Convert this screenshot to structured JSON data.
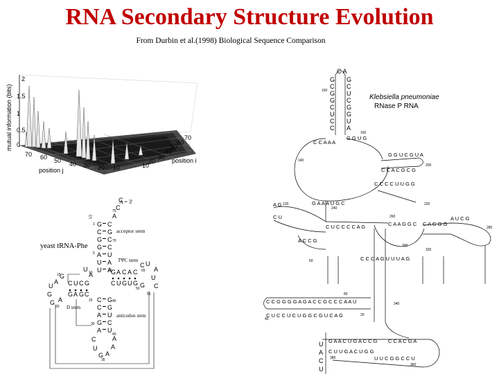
{
  "slide": {
    "title": "RNA Secondary Structure Evolution",
    "subtitle": "From Durbin et al.(1998) Biological Sequence Comparison"
  },
  "plot3d": {
    "ylabel": "mutual information (bits)",
    "zticks": [
      "2",
      "1.5",
      "1",
      "0.5",
      "0"
    ],
    "xlabel": "position j",
    "ylabel2": "position i",
    "jticks": [
      "70",
      "60",
      "50",
      "40",
      "30",
      "20",
      "10"
    ],
    "iticks": [
      "10",
      "20",
      "30",
      "40",
      "50",
      "60",
      "70"
    ]
  },
  "trna": {
    "name": "yeast tRNA-Phe",
    "three_prime": "A = 3'",
    "five_prime": "5'",
    "acceptor_stem": "acceptor stem",
    "tpsic_stem": "TΨC stem",
    "d_stem": "D stem",
    "anticodon_stem": "anticodon stem",
    "nums": [
      "75",
      "70",
      "65",
      "60",
      "55",
      "50",
      "45",
      "40",
      "35",
      "30",
      "25",
      "20",
      "15",
      "10",
      "5",
      "1"
    ]
  },
  "rnasep": {
    "organism": "Klebsiella pneumoniae",
    "molecule": "RNase P RNA",
    "nums": [
      "150",
      "160",
      "140",
      "200",
      "120",
      "240",
      "220",
      "260",
      "280",
      "300",
      "320",
      "60",
      "80",
      "40",
      "20",
      "340",
      "360",
      "380"
    ]
  }
}
